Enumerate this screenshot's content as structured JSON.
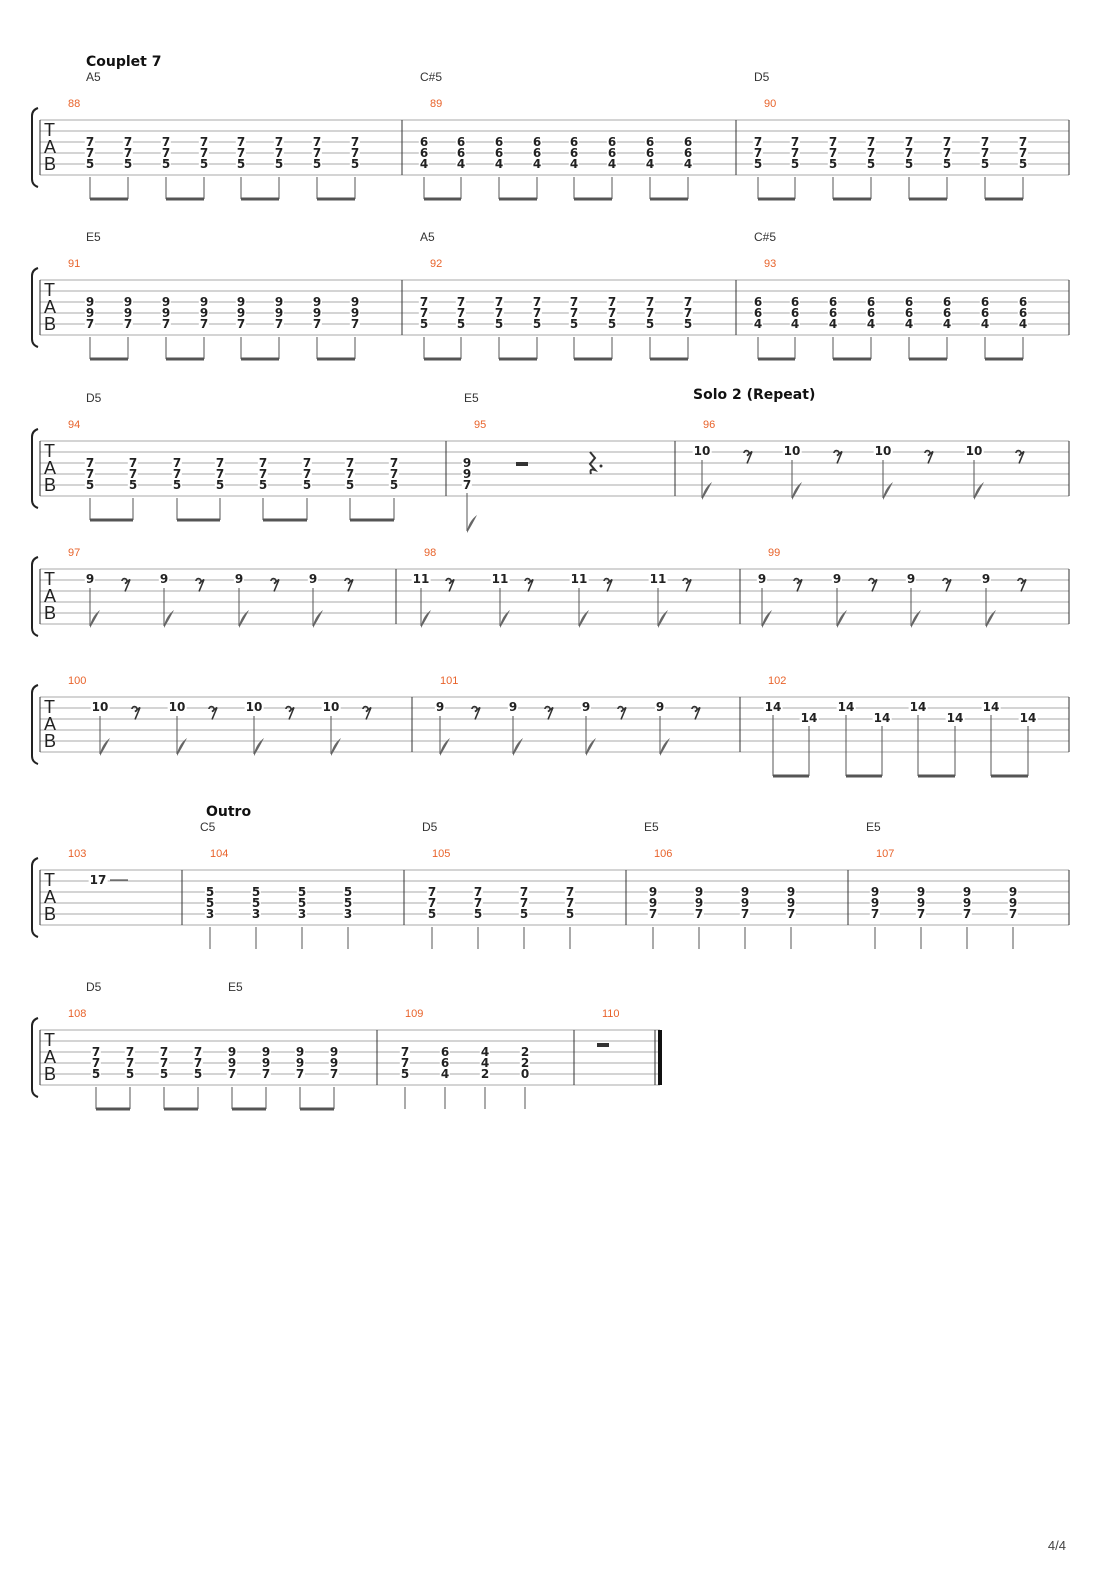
{
  "page_number": "4/4",
  "systems": [
    {
      "section": "Couplet 7",
      "measures": [
        {
          "number": "88",
          "chord": "A5",
          "type": "eighths",
          "beats": [
            [
              "7",
              "7",
              "5"
            ],
            [
              "7",
              "7",
              "5"
            ],
            [
              "7",
              "7",
              "5"
            ],
            [
              "7",
              "7",
              "5"
            ],
            [
              "7",
              "7",
              "5"
            ],
            [
              "7",
              "7",
              "5"
            ],
            [
              "7",
              "7",
              "5"
            ],
            [
              "7",
              "7",
              "5"
            ]
          ]
        },
        {
          "number": "89",
          "chord": "C#5",
          "type": "eighths",
          "beats": [
            [
              "6",
              "6",
              "4"
            ],
            [
              "6",
              "6",
              "4"
            ],
            [
              "6",
              "6",
              "4"
            ],
            [
              "6",
              "6",
              "4"
            ],
            [
              "6",
              "6",
              "4"
            ],
            [
              "6",
              "6",
              "4"
            ],
            [
              "6",
              "6",
              "4"
            ],
            [
              "6",
              "6",
              "4"
            ]
          ]
        },
        {
          "number": "90",
          "chord": "D5",
          "type": "eighths",
          "beats": [
            [
              "7",
              "7",
              "5"
            ],
            [
              "7",
              "7",
              "5"
            ],
            [
              "7",
              "7",
              "5"
            ],
            [
              "7",
              "7",
              "5"
            ],
            [
              "7",
              "7",
              "5"
            ],
            [
              "7",
              "7",
              "5"
            ],
            [
              "7",
              "7",
              "5"
            ],
            [
              "7",
              "7",
              "5"
            ]
          ]
        }
      ]
    },
    {
      "measures": [
        {
          "number": "91",
          "chord": "E5",
          "type": "eighths",
          "beats": [
            [
              "9",
              "9",
              "7"
            ],
            [
              "9",
              "9",
              "7"
            ],
            [
              "9",
              "9",
              "7"
            ],
            [
              "9",
              "9",
              "7"
            ],
            [
              "9",
              "9",
              "7"
            ],
            [
              "9",
              "9",
              "7"
            ],
            [
              "9",
              "9",
              "7"
            ],
            [
              "9",
              "9",
              "7"
            ]
          ]
        },
        {
          "number": "92",
          "chord": "A5",
          "type": "eighths",
          "beats": [
            [
              "7",
              "7",
              "5"
            ],
            [
              "7",
              "7",
              "5"
            ],
            [
              "7",
              "7",
              "5"
            ],
            [
              "7",
              "7",
              "5"
            ],
            [
              "7",
              "7",
              "5"
            ],
            [
              "7",
              "7",
              "5"
            ],
            [
              "7",
              "7",
              "5"
            ],
            [
              "7",
              "7",
              "5"
            ]
          ]
        },
        {
          "number": "93",
          "chord": "C#5",
          "type": "eighths",
          "beats": [
            [
              "6",
              "6",
              "4"
            ],
            [
              "6",
              "6",
              "4"
            ],
            [
              "6",
              "6",
              "4"
            ],
            [
              "6",
              "6",
              "4"
            ],
            [
              "6",
              "6",
              "4"
            ],
            [
              "6",
              "6",
              "4"
            ],
            [
              "6",
              "6",
              "4"
            ],
            [
              "6",
              "6",
              "4"
            ]
          ]
        }
      ]
    },
    {
      "measures": [
        {
          "number": "94",
          "chord": "D5",
          "type": "eighths",
          "beats": [
            [
              "7",
              "7",
              "5"
            ],
            [
              "7",
              "7",
              "5"
            ],
            [
              "7",
              "7",
              "5"
            ],
            [
              "7",
              "7",
              "5"
            ],
            [
              "7",
              "7",
              "5"
            ],
            [
              "7",
              "7",
              "5"
            ],
            [
              "7",
              "7",
              "5"
            ],
            [
              "7",
              "7",
              "5"
            ]
          ]
        },
        {
          "number": "95",
          "chord": "E5",
          "type": "rest95",
          "beats": [
            [
              "9",
              "9",
              "7"
            ]
          ]
        },
        {
          "number": "96",
          "section": "Solo 2 (Repeat)",
          "type": "solo",
          "beats": [
            "10",
            "10",
            "10",
            "10"
          ]
        }
      ]
    },
    {
      "measures": [
        {
          "number": "97",
          "type": "solo",
          "beats": [
            "9",
            "9",
            "9",
            "9"
          ]
        },
        {
          "number": "98",
          "type": "solo",
          "beats": [
            "11",
            "11",
            "11",
            "11"
          ]
        },
        {
          "number": "99",
          "type": "solo",
          "beats": [
            "9",
            "9",
            "9",
            "9"
          ]
        }
      ]
    },
    {
      "measures": [
        {
          "number": "100",
          "type": "solo",
          "beats": [
            "10",
            "10",
            "10",
            "10"
          ]
        },
        {
          "number": "101",
          "type": "solo",
          "beats": [
            "9",
            "9",
            "9",
            "9"
          ]
        },
        {
          "number": "102",
          "type": "alt",
          "beats": [
            "14",
            "14",
            "14",
            "14",
            "14",
            "14",
            "14",
            "14"
          ]
        }
      ]
    },
    {
      "measures": [
        {
          "number": "103",
          "type": "tie",
          "beats": [
            "17"
          ]
        },
        {
          "number": "104",
          "section": "Outro",
          "chord": "C5",
          "type": "quarters",
          "beats": [
            [
              "5",
              "5",
              "3"
            ],
            [
              "5",
              "5",
              "3"
            ],
            [
              "5",
              "5",
              "3"
            ],
            [
              "5",
              "5",
              "3"
            ]
          ]
        },
        {
          "number": "105",
          "chord": "D5",
          "type": "quarters",
          "beats": [
            [
              "7",
              "7",
              "5"
            ],
            [
              "7",
              "7",
              "5"
            ],
            [
              "7",
              "7",
              "5"
            ],
            [
              "7",
              "7",
              "5"
            ]
          ]
        },
        {
          "number": "106",
          "chord": "E5",
          "type": "quarters",
          "beats": [
            [
              "9",
              "9",
              "7"
            ],
            [
              "9",
              "9",
              "7"
            ],
            [
              "9",
              "9",
              "7"
            ],
            [
              "9",
              "9",
              "7"
            ]
          ]
        },
        {
          "number": "107",
          "chord": "E5",
          "type": "quarters",
          "beats": [
            [
              "9",
              "9",
              "7"
            ],
            [
              "9",
              "9",
              "7"
            ],
            [
              "9",
              "9",
              "7"
            ],
            [
              "9",
              "9",
              "7"
            ]
          ]
        }
      ]
    },
    {
      "measures": [
        {
          "number": "108",
          "chord": "D5",
          "chord2": "E5",
          "type": "eighths",
          "beats": [
            [
              "7",
              "7",
              "5"
            ],
            [
              "7",
              "7",
              "5"
            ],
            [
              "7",
              "7",
              "5"
            ],
            [
              "7",
              "7",
              "5"
            ],
            [
              "9",
              "9",
              "7"
            ],
            [
              "9",
              "9",
              "7"
            ],
            [
              "9",
              "9",
              "7"
            ],
            [
              "9",
              "9",
              "7"
            ]
          ]
        },
        {
          "number": "109",
          "type": "quarters",
          "beats": [
            [
              "7",
              "7",
              "5"
            ],
            [
              "6",
              "6",
              "4"
            ],
            [
              "4",
              "4",
              "2"
            ],
            [
              "2",
              "2",
              "0"
            ]
          ]
        },
        {
          "number": "110",
          "type": "final",
          "beats": []
        }
      ]
    }
  ]
}
